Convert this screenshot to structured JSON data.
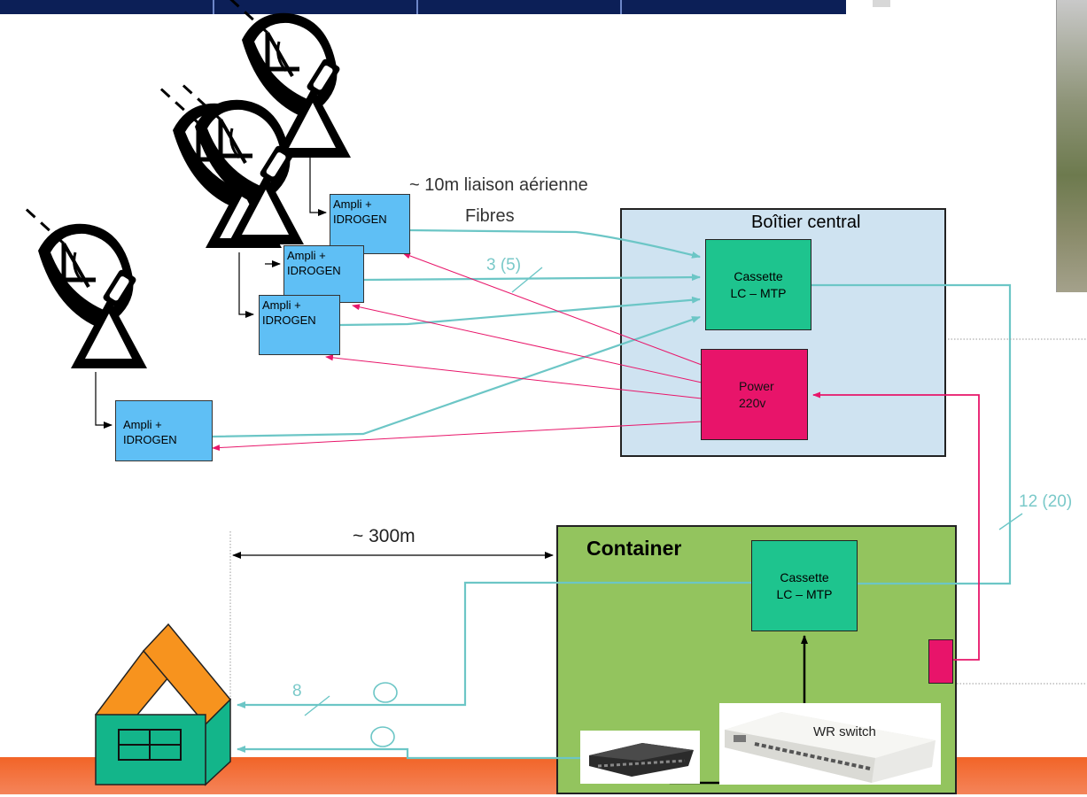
{
  "antennas": [
    {
      "name": "dish-1"
    },
    {
      "name": "dish-2"
    },
    {
      "name": "dish-3"
    },
    {
      "name": "dish-4"
    }
  ],
  "amps": [
    {
      "line1": "Ampli +",
      "line2": "IDROGEN"
    },
    {
      "line1": "Ampli +",
      "line2": "IDROGEN"
    },
    {
      "line1": "Ampli +",
      "line2": "IDROGEN"
    },
    {
      "line1": "Ampli +",
      "line2": "IDROGEN"
    }
  ],
  "labels": {
    "aerial_link": "~ 10m liaison aérienne",
    "fibres": "Fibres",
    "fibre_count_top": "3 (5)",
    "fibre_count_right": "12 (20)",
    "distance": "~ 300m",
    "fibre_count_house": "8"
  },
  "central_box": {
    "title": "Boîtier central",
    "cassette_line1": "Cassette",
    "cassette_line2": "LC – MTP",
    "power_line1": "Power",
    "power_line2": "220v"
  },
  "container": {
    "title": "Container",
    "cassette_line1": "Cassette",
    "cassette_line2": "LC – MTP",
    "wr_switch": "WR switch"
  },
  "colors": {
    "fibre": "#6cc6c6",
    "power": "#e8166a",
    "amp_box": "#5fbff5",
    "central_bg": "#cfe3f1",
    "cassette": "#1ec48e",
    "power_box": "#e8146a",
    "container_bg": "#93c45e",
    "house_roof": "#f7931e",
    "house_wall": "#13b58a",
    "ground": "#f26427"
  }
}
